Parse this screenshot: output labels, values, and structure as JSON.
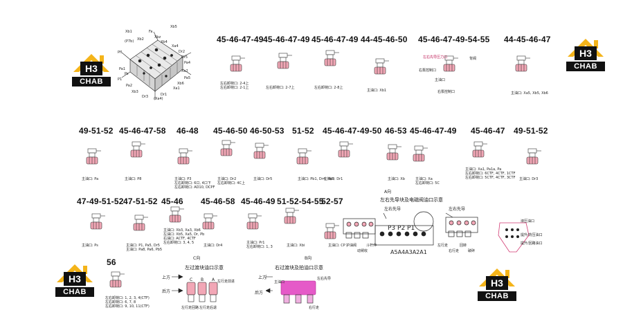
{
  "brand": {
    "logo_text": "CHAB",
    "logo_mark": "H3",
    "accent": "#f4b41a",
    "fitting_color": "#f2a7b6",
    "dark": "#111111"
  },
  "valve_labels": [
    "Xb1",
    "Xb2",
    "(P7b)",
    "Pfl",
    "Pa1",
    "P1",
    "Pa2",
    "Xb3",
    "Fa",
    "Xbz",
    "Xb4",
    "Dr3",
    "Dr1",
    "Ps",
    "(Xa4)",
    "Xa1",
    "Xa2",
    "Dr2",
    "Dr5",
    "Pa4",
    "Pa5",
    "Xa4",
    "Xb5",
    "Xb6"
  ],
  "fittings": [
    {
      "code": "45-46-47-49",
      "note": "左右卸荷口: 2-4上\n左右卸荷口: 2-1上"
    },
    {
      "code": "45-46-47-49",
      "note": "左右卸荷口: 2-7上"
    },
    {
      "code": "45-46-47-49",
      "note": "左右卸荷口: 2-8上"
    },
    {
      "code": "44-45-46-50",
      "note": "主油口: Xb1"
    },
    {
      "code": "45-46-47-49-54-55",
      "note": "右泵控制口"
    },
    {
      "code": "44-45-46-47",
      "note": "主油口: Xa5, Xb5, Xb6"
    },
    {
      "code": "49-51-52",
      "note": "主油口: Pa"
    },
    {
      "code": "45-46-47-58",
      "note": "主油口: P8"
    },
    {
      "code": "46-48",
      "note": "主油口: P3\n左右卸荷口: 6口, 4口下\n左右卸荷口: AD10, DCPF"
    },
    {
      "code": "45-46-50",
      "note": "主油口: Dr2\n左右卸荷口: 4C上"
    },
    {
      "code": "46-50-53",
      "note": "主油口: Dr5"
    },
    {
      "code": "51-52",
      "note": "主油口: Pb1, Dr4, Pa4"
    },
    {
      "code": "45-46-47-49-50",
      "note": "主油口: Dr1"
    },
    {
      "code": "46-53",
      "note": "主油口: Xb"
    },
    {
      "code": "45-46-47-49",
      "note": "主油口: Xa\n左右卸荷口: 5C"
    },
    {
      "code": "45-46-47",
      "note": "主油口: Xa1, Pa1a, Pa\n左右卸荷口: 6CTF, 4CTF, 1CTF\n左右卸荷口: 5CTF, 4CTF, 3CTF"
    },
    {
      "code": "49-51-52",
      "note": "主油口: Dr3"
    },
    {
      "code": "47-49-51-52",
      "note": "主油口: Ps"
    },
    {
      "code": "47-51-52",
      "note": "主油口: P1, Pa5, Dr5\n主油口: Pa8, Pa6, Pb5"
    },
    {
      "code": "45-46",
      "note": "主油口: Xb3, Xa3, Xb6\n左油口: Xb5, Xa5, Dr, Pb\n右油口: ACTF, 4CTF\n左右卸荷口: 3, 4, 5"
    },
    {
      "code": "45-46-58",
      "note": "主油口: Dr4"
    },
    {
      "code": "45-46-49",
      "note": "主油口: Pr1\n左右卸荷口: 1, 3"
    },
    {
      "code": "51-52-54-55",
      "note": "主油口: Xbi"
    },
    {
      "code": "52-57",
      "note": "主油口: CP"
    },
    {
      "code": "56",
      "note": "左右卸荷口: 1, 2, 3, 4(CTF)\n左右卸荷口: 6, 7, 8\n左右卸荷口: 9, 10, 11(CTF)"
    }
  ],
  "right_pump_callouts": [
    "左右先导压力口",
    "右泵控制口",
    "主油口",
    "背阀"
  ],
  "arrow_a_label": "A向",
  "pilot_block": {
    "title": "左右先导块及电磁阀油口示意",
    "sub_left": "左右先导",
    "sub_right": "左右先导",
    "pump_ports": "P3 P2 P1",
    "a_ports": "A5A4A3A2A1",
    "callouts": [
      "护油阀",
      "动臂收",
      "斗杆伸",
      "左行走",
      "右行走",
      "回转",
      "破碎"
    ]
  },
  "small_block": {
    "callouts": [
      "液压油口",
      "提升/背压油口",
      "提升/回路油口"
    ]
  },
  "arrow_c": "C向",
  "arrow_b": "B向",
  "left_transition": {
    "title": "左过渡块油口示意",
    "upper": "上方",
    "lower": "后方",
    "ports": [
      "C",
      "B",
      "A"
    ],
    "callouts": [
      "左行走回路",
      "左行走后退",
      "左行走前进"
    ]
  },
  "right_transition": {
    "title": "右过渡块及拍油口示意",
    "upper": "上方",
    "lower": "后方",
    "ports": [
      "A",
      "B",
      "C"
    ],
    "callouts": [
      "主油口",
      "左右先导",
      "右行走"
    ]
  }
}
